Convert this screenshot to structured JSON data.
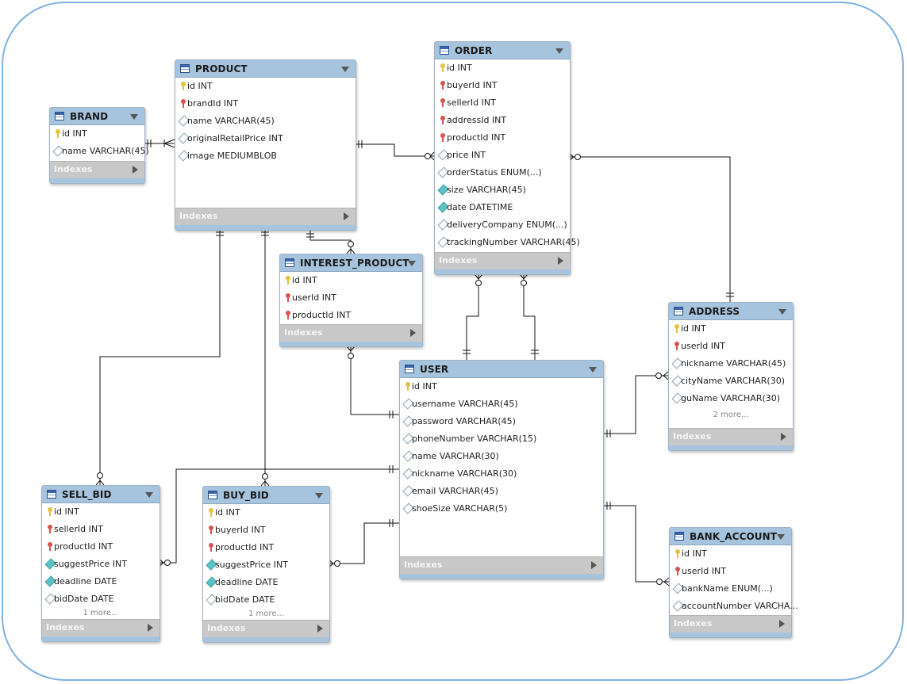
{
  "tables": {
    "product": {
      "name": "PRODUCT",
      "indexes_label": "Indexes",
      "columns": [
        {
          "text": "id INT",
          "kind": "pk"
        },
        {
          "text": "brandId INT",
          "kind": "fk"
        },
        {
          "text": "name VARCHAR(45)",
          "kind": "col"
        },
        {
          "text": "originalRetailPrice INT",
          "kind": "col"
        },
        {
          "text": "image MEDIUMBLOB",
          "kind": "col"
        }
      ]
    },
    "order": {
      "name": "ORDER",
      "indexes_label": "Indexes",
      "columns": [
        {
          "text": "id INT",
          "kind": "pk"
        },
        {
          "text": "buyerId INT",
          "kind": "fk"
        },
        {
          "text": "sellerId INT",
          "kind": "fk"
        },
        {
          "text": "addressId INT",
          "kind": "fk"
        },
        {
          "text": "productId INT",
          "kind": "fk"
        },
        {
          "text": "price INT",
          "kind": "col"
        },
        {
          "text": "orderStatus ENUM(...)",
          "kind": "col"
        },
        {
          "text": "size VARCHAR(45)",
          "kind": "nn"
        },
        {
          "text": "date DATETIME",
          "kind": "nn"
        },
        {
          "text": "deliveryCompany ENUM(...)",
          "kind": "col"
        },
        {
          "text": "trackingNumber VARCHAR(45)",
          "kind": "col"
        }
      ]
    },
    "brand": {
      "name": "BRAND",
      "indexes_label": "Indexes",
      "columns": [
        {
          "text": "id INT",
          "kind": "pk"
        },
        {
          "text": "name VARCHAR(45)",
          "kind": "col"
        }
      ]
    },
    "interest_product": {
      "name": "INTEREST_PRODUCT",
      "indexes_label": "Indexes",
      "columns": [
        {
          "text": "id INT",
          "kind": "pk"
        },
        {
          "text": "userId INT",
          "kind": "fk"
        },
        {
          "text": "productId INT",
          "kind": "fk"
        }
      ]
    },
    "address": {
      "name": "ADDRESS",
      "indexes_label": "Indexes",
      "more": "2 more...",
      "columns": [
        {
          "text": "id INT",
          "kind": "pk"
        },
        {
          "text": "userId INT",
          "kind": "fk"
        },
        {
          "text": "nickname VARCHAR(45)",
          "kind": "col"
        },
        {
          "text": "cityName VARCHAR(30)",
          "kind": "col"
        },
        {
          "text": "guName VARCHAR(30)",
          "kind": "col"
        }
      ]
    },
    "user": {
      "name": "USER",
      "indexes_label": "Indexes",
      "columns": [
        {
          "text": "id INT",
          "kind": "pk"
        },
        {
          "text": "username VARCHAR(45)",
          "kind": "col"
        },
        {
          "text": "password VARCHAR(45)",
          "kind": "col"
        },
        {
          "text": "phoneNumber VARCHAR(15)",
          "kind": "col"
        },
        {
          "text": "name VARCHAR(30)",
          "kind": "col"
        },
        {
          "text": "nickname VARCHAR(30)",
          "kind": "col"
        },
        {
          "text": "email VARCHAR(45)",
          "kind": "col"
        },
        {
          "text": "shoeSize VARCHAR(5)",
          "kind": "col"
        }
      ]
    },
    "sell_bid": {
      "name": "SELL_BID",
      "indexes_label": "Indexes",
      "more": "1 more...",
      "columns": [
        {
          "text": "id INT",
          "kind": "pk"
        },
        {
          "text": "sellerId INT",
          "kind": "fk"
        },
        {
          "text": "productId INT",
          "kind": "fk"
        },
        {
          "text": "suggestPrice INT",
          "kind": "nn"
        },
        {
          "text": "deadline DATE",
          "kind": "nn"
        },
        {
          "text": "bidDate DATE",
          "kind": "col"
        }
      ]
    },
    "buy_bid": {
      "name": "BUY_BID",
      "indexes_label": "Indexes",
      "more": "1 more...",
      "columns": [
        {
          "text": "id INT",
          "kind": "pk"
        },
        {
          "text": "buyerId INT",
          "kind": "fk"
        },
        {
          "text": "productId INT",
          "kind": "fk"
        },
        {
          "text": "suggestPrice INT",
          "kind": "nn"
        },
        {
          "text": "deadline DATE",
          "kind": "nn"
        },
        {
          "text": "bidDate DATE",
          "kind": "col"
        }
      ]
    },
    "bank_account": {
      "name": "BANK_ACCOUNT",
      "indexes_label": "Indexes",
      "columns": [
        {
          "text": "id INT",
          "kind": "pk"
        },
        {
          "text": "userId INT",
          "kind": "fk"
        },
        {
          "text": "bankName ENUM(...)",
          "kind": "col"
        },
        {
          "text": "accountNumber VARCHA...",
          "kind": "col"
        }
      ]
    }
  },
  "colors": {
    "header": "#a7c4de",
    "connector": "#111111",
    "frame": "#7fb2e0",
    "indexes_bar": "#c8c8c8"
  }
}
